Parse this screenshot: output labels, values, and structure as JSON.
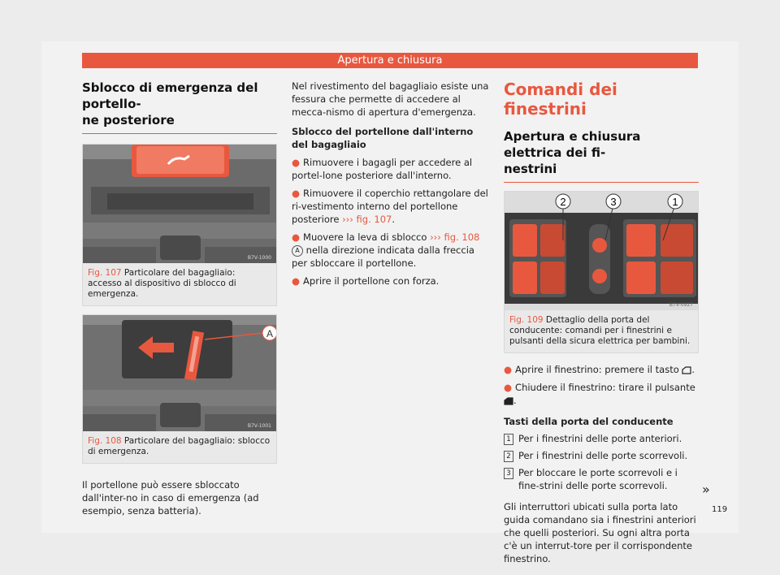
{
  "header": {
    "title": "Apertura e chiusura"
  },
  "left": {
    "heading": "Sblocco di emergenza del portello-ne posteriore",
    "heading_line1": "Sblocco di emergenza del portello-",
    "heading_line2": "ne posteriore",
    "fig107": {
      "num": "Fig. 107",
      "caption": "Particolare del bagagliaio: accesso al dispositivo di sblocco di emergenza.",
      "code": "B7V-1000"
    },
    "fig108": {
      "num": "Fig. 108",
      "caption": "Particolare del bagagliaio: sblocco di emergenza.",
      "code": "B7V-1001",
      "label": "A"
    },
    "body": "Il portellone può essere sbloccato dall'inter-no in caso di emergenza (ad esempio, senza batteria)."
  },
  "middle": {
    "intro": "Nel rivestimento del bagagliaio esiste una fessura che permette di accedere al mecca-nismo di apertura d'emergenza.",
    "subhead": "Sblocco del portellone dall'interno del bagagliaio",
    "b1": "Rimuovere i bagagli per accedere al portel-lone posteriore dall'interno.",
    "b2a": "Rimuovere il coperchio rettangolare del ri-vestimento interno del portellone posteriore",
    "b2_link": "››› fig. 107",
    "b3a": "Muovere la leva di sblocco",
    "b3_link": "››› fig. 108",
    "b3_circ": "A",
    "b3b": "nella direzione indicata dalla freccia per sbloccare il portellone.",
    "b4": "Aprire il portellone con forza."
  },
  "right": {
    "title": "Comandi dei finestrini",
    "subtitle": "Apertura e chiusura elettrica dei fi-nestrini",
    "subtitle_line1": "Apertura e chiusura elettrica dei fi-",
    "subtitle_line2": "nestrini",
    "fig109": {
      "num": "Fig. 109",
      "caption": "Dettaglio della porta del conducente: comandi per i finestrini e pulsanti della sicura elettrica per bambini.",
      "code": "B7V-0927",
      "labels": [
        "2",
        "3",
        "1"
      ]
    },
    "b1": "Aprire il finestrino: premere il tasto",
    "b2": "Chiudere il finestrino: tirare il pulsante",
    "subhead": "Tasti della porta del conducente",
    "items": [
      {
        "n": "1",
        "text": "Per i finestrini delle porte anteriori."
      },
      {
        "n": "2",
        "text": "Per i finestrini delle porte scorrevoli."
      },
      {
        "n": "3",
        "text": "Per bloccare le porte scorrevoli e i fine-strini delle porte scorrevoli."
      }
    ],
    "body": "Gli interruttori ubicati sulla porta lato guida comandano sia i finestrini anteriori che quelli posteriori. Su ogni altra porta c'è un interrut-tore per il corrispondente finestrino."
  },
  "footer": {
    "more": "»",
    "page": "119"
  },
  "colors": {
    "accent": "#e8583f"
  },
  "icons": [
    "window-open-icon",
    "window-close-icon",
    "arrow-left-icon"
  ]
}
